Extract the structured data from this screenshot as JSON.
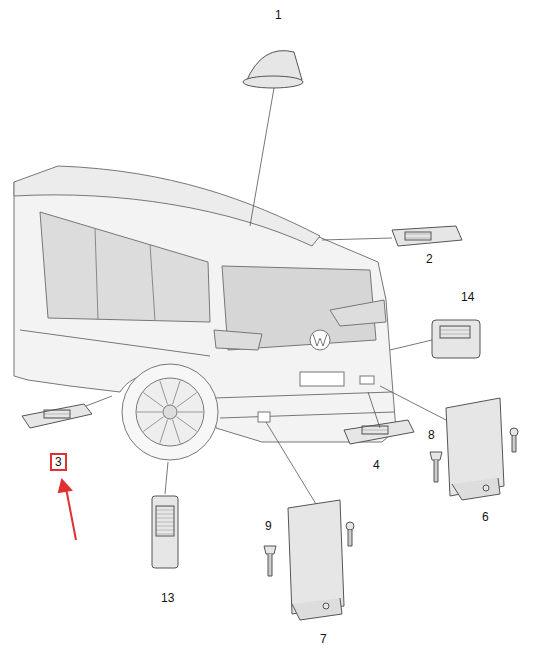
{
  "diagram": {
    "nodes": [
      {
        "text": [
          "3"
        ]
      }
    ],
    "labels": [
      "1",
      "2",
      "14",
      "8",
      "4",
      "6",
      "9",
      "13",
      "7"
    ]
  }
}
